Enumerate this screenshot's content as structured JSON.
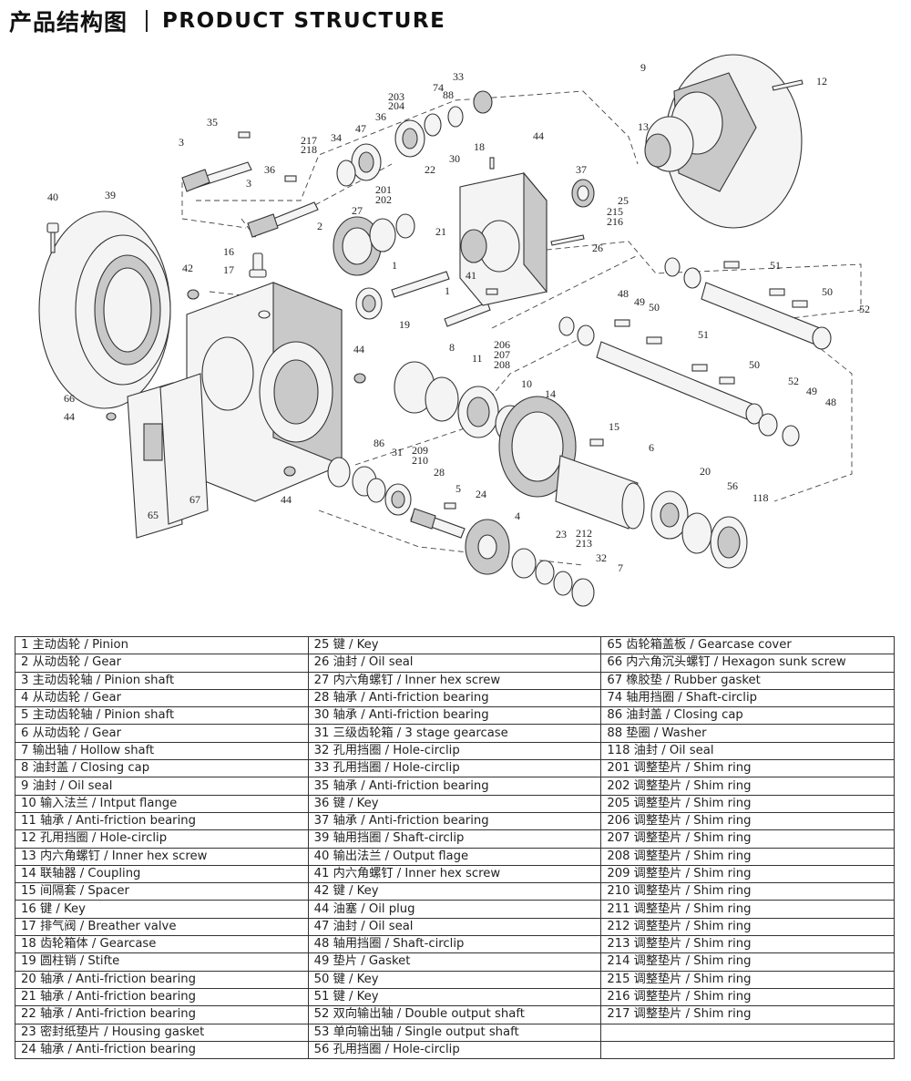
{
  "header": {
    "title_cn": "产品结构图",
    "title_en": "PRODUCT STRUCTURE"
  },
  "diagram": {
    "callouts": [
      "1",
      "1",
      "2",
      "3",
      "3",
      "4",
      "5",
      "6",
      "7",
      "8",
      "9",
      "10",
      "11",
      "12",
      "13",
      "14",
      "15",
      "16",
      "17",
      "18",
      "19",
      "20",
      "21",
      "22",
      "23",
      "24",
      "25",
      "26",
      "27",
      "28",
      "30",
      "31",
      "32",
      "33",
      "34",
      "35",
      "36",
      "36",
      "37",
      "39",
      "40",
      "41",
      "42",
      "44",
      "44",
      "44",
      "44",
      "47",
      "48",
      "48",
      "49",
      "49",
      "50",
      "50",
      "50",
      "51",
      "51",
      "52",
      "52",
      "56",
      "65",
      "66",
      "67",
      "74",
      "86",
      "88",
      "118",
      "201",
      "202",
      "203",
      "204",
      "206",
      "207",
      "208",
      "209",
      "210",
      "212",
      "213",
      "215",
      "216",
      "217",
      "218"
    ]
  },
  "legend": {
    "columns": [
      [
        "1 主动齿轮 / Pinion",
        "2 从动齿轮 / Gear",
        "3 主动齿轮轴 / Pinion shaft",
        "4 从动齿轮 / Gear",
        "5 主动齿轮轴 / Pinion shaft",
        "6 从动齿轮 / Gear",
        "7 输出轴 / Hollow shaft",
        "8 油封盖 / Closing cap",
        "9 油封 / Oil seal",
        "10 输入法兰 / Intput flange",
        "11 轴承 / Anti-friction bearing",
        "12 孔用挡圈 / Hole-circlip",
        "13 内六角螺钉 / Inner hex screw",
        "14 联轴器 / Coupling",
        "15 间隔套 / Spacer",
        "16 键 / Key",
        "17 排气阀 / Breather valve",
        "18 齿轮箱体 / Gearcase",
        "19 圆柱销 / Stifte",
        "20 轴承 / Anti-friction bearing",
        "21 轴承 / Anti-friction bearing",
        "22 轴承 / Anti-friction bearing",
        "23 密封纸垫片 / Housing gasket",
        "24 轴承 / Anti-friction bearing"
      ],
      [
        "25 键 / Key",
        "26 油封 / Oil seal",
        "27 内六角螺钉 / Inner hex screw",
        "28 轴承 / Anti-friction bearing",
        "30 轴承 / Anti-friction bearing",
        "31 三级齿轮箱 / 3 stage gearcase",
        "32 孔用挡圈 / Hole-circlip",
        "33 孔用挡圈 / Hole-circlip",
        "35 轴承 / Anti-friction bearing",
        "36 键 / Key",
        "37 轴承 / Anti-friction bearing",
        "39 轴用挡圈 / Shaft-circlip",
        "40 输出法兰 / Output flage",
        "41 内六角螺钉 / Inner hex screw",
        "42 键 / Key",
        "44 油塞 / Oil plug",
        "47 油封 / Oil seal",
        "48 轴用挡圈 / Shaft-circlip",
        "49 垫片 / Gasket",
        "50 键 / Key",
        "51 键 / Key",
        "52 双向输出轴 / Double output shaft",
        "53 单向输出轴 / Single output shaft",
        "56 孔用挡圈 / Hole-circlip"
      ],
      [
        "65 齿轮箱盖板 / Gearcase cover",
        "66 内六角沉头螺钉 / Hexagon sunk screw",
        "67 橡胶垫 / Rubber gasket",
        "74 轴用挡圈 / Shaft-circlip",
        "86 油封盖 / Closing cap",
        "88 垫圈 / Washer",
        "118 油封 / Oil seal",
        "201 调整垫片 / Shim ring",
        "202 调整垫片 / Shim ring",
        "205 调整垫片 / Shim ring",
        "206 调整垫片 / Shim ring",
        "207 调整垫片 / Shim ring",
        "208 调整垫片 / Shim ring",
        "209 调整垫片 / Shim ring",
        "210 调整垫片 / Shim ring",
        "211 调整垫片 / Shim ring",
        "212 调整垫片 / Shim ring",
        "213 调整垫片 / Shim ring",
        "214 调整垫片 / Shim ring",
        "215 调整垫片 / Shim ring",
        "216 调整垫片 / Shim ring",
        "217 调整垫片 / Shim ring",
        "",
        ""
      ]
    ]
  }
}
